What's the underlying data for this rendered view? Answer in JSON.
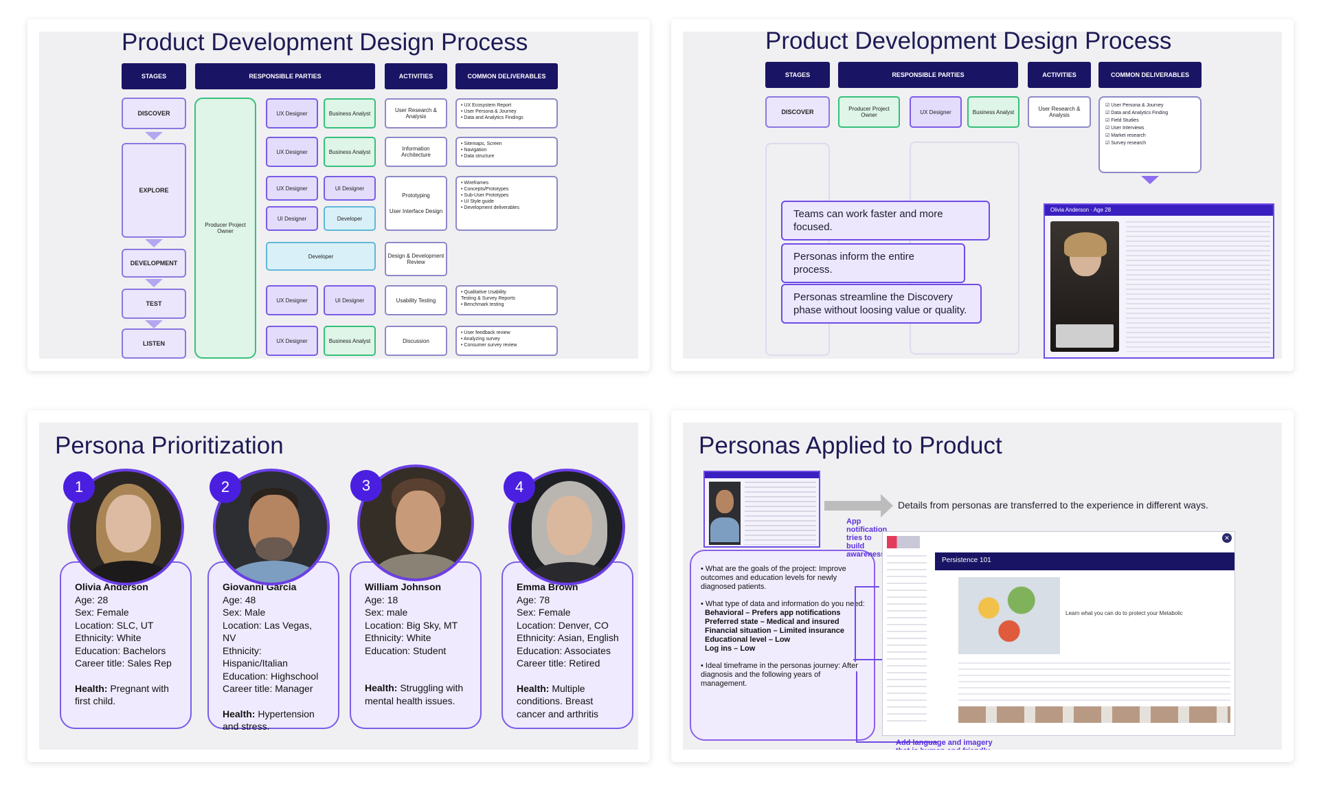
{
  "slide1": {
    "title": "Product Development Design Process",
    "headers": [
      "STAGES",
      "RESPONSIBLE PARTIES",
      "ACTIVITIES",
      "COMMON DELIVERABLES"
    ],
    "stages": [
      "DISCOVER",
      "EXPLORE",
      "DEVELOPMENT",
      "TEST",
      "LISTEN"
    ],
    "owner": "Producer Project Owner",
    "parties": {
      "r1a": "UX Designer",
      "r1b": "Business Analyst",
      "r2a": "UX Designer",
      "r2b": "Business Analyst",
      "r3a": "UX Designer",
      "r3b": "UI Designer",
      "r4a": "UI Designer",
      "r4b": "Developer",
      "r5": "Developer",
      "r6a": "UX Designer",
      "r6b": "UI Designer",
      "r7a": "UX Designer",
      "r7b": "Business Analyst"
    },
    "activities": [
      "User Research & Analysis",
      "Information Architecture",
      "Prototyping",
      "User Interface Design",
      "Design & Development Review",
      "Usability Testing",
      "Discussion"
    ],
    "deliverables": [
      "• UX Ecosystem Report\n• User Persona & Journey\n• Data and Analytics Findings",
      "• Sitemaps, Screen\n• Navigation\n• Data structure",
      "• Wireframes\n• Concepts/Prototypes\n• Sub-User Prototypes\n• UI Style guide\n• Development deliverables",
      "• Qualitative Usability\n  Testing & Survey Reports\n• Benchmark testing",
      "• User feedback review\n• Analyzing survey\n• Consumer survey review"
    ]
  },
  "slide2": {
    "title": "Product Development Design Process",
    "headers": [
      "STAGES",
      "RESPONSIBLE PARTIES",
      "ACTIVITIES",
      "COMMON DELIVERABLES"
    ],
    "stage": "DISCOVER",
    "parties": [
      "Producer Project Owner",
      "UX Designer",
      "Business Analyst"
    ],
    "activity": "User Research & Analysis",
    "checklist": [
      "User Persona & Journey",
      "Data and Analytics Finding",
      "Field Studies",
      "User Interviews",
      "Market research",
      "Survey research"
    ],
    "callouts": [
      "Teams can work faster and more focused.",
      "Personas inform the entire process.",
      "Personas streamline the Discovery phase without loosing value or quality."
    ],
    "persona_doc_header": "Olivia Anderson · Age 28"
  },
  "slide3": {
    "title": "Persona Prioritization",
    "personas": [
      {
        "num": "1",
        "name": "Olivia Anderson",
        "age": "Age: 28",
        "sex": "Sex: Female",
        "location": "Location: SLC, UT",
        "ethnicity": "Ethnicity: White",
        "education": "Education: Bachelors",
        "career": "Career title: Sales Rep",
        "health_label": "Health:",
        "health": " Pregnant with first child."
      },
      {
        "num": "2",
        "name": "Giovanni Garcia",
        "age": "Age: 48",
        "sex": "Sex: Male",
        "location": "Location: Las Vegas, NV",
        "ethnicity": "Ethnicity: Hispanic/Italian",
        "education": "Education: Highschool",
        "career": "Career title: Manager",
        "health_label": "Health:",
        "health": " Hypertension and stress."
      },
      {
        "num": "3",
        "name": "William Johnson",
        "age": "Age: 18",
        "sex": "Sex: male",
        "location": "Location: Big Sky, MT",
        "ethnicity": "Ethnicity: White",
        "education": "Education: Student",
        "career": "",
        "health_label": "Health:",
        "health": " Struggling with mental health issues."
      },
      {
        "num": "4",
        "name": "Emma Brown",
        "age": "Age: 78",
        "sex": "Sex: Female",
        "location": "Location: Denver, CO",
        "ethnicity": "Ethnicity: Asian, English",
        "education": "Education: Associates",
        "career": "Career title: Retired",
        "health_label": "Health:",
        "health": " Multiple conditions. Breast cancer and arthritis"
      }
    ]
  },
  "slide4": {
    "title": "Personas Applied to Product",
    "transform_text": "Details from personas are transferred to the experience in different ways.",
    "annotation": "App notification tries to build awareness",
    "bullets": [
      "• What are the goals of the project: Improve outcomes and education levels for newly diagnosed patients.",
      "• What type of data and information do you need:",
      "Behavioral – Prefers app notifications",
      "Preferred state – Medical and insured",
      "Financial situation – Limited insurance",
      "Educational level – Low",
      "Log ins – Low",
      "• Ideal timeframe in the personas journey: After diagnosis and the following years of management."
    ],
    "app_title": "Persistence 101",
    "app_link": "Learn what you can do to protect your Metabolic",
    "footer_note": "Add language and imagery that is human and friendly.",
    "close_symbol": "✕"
  }
}
